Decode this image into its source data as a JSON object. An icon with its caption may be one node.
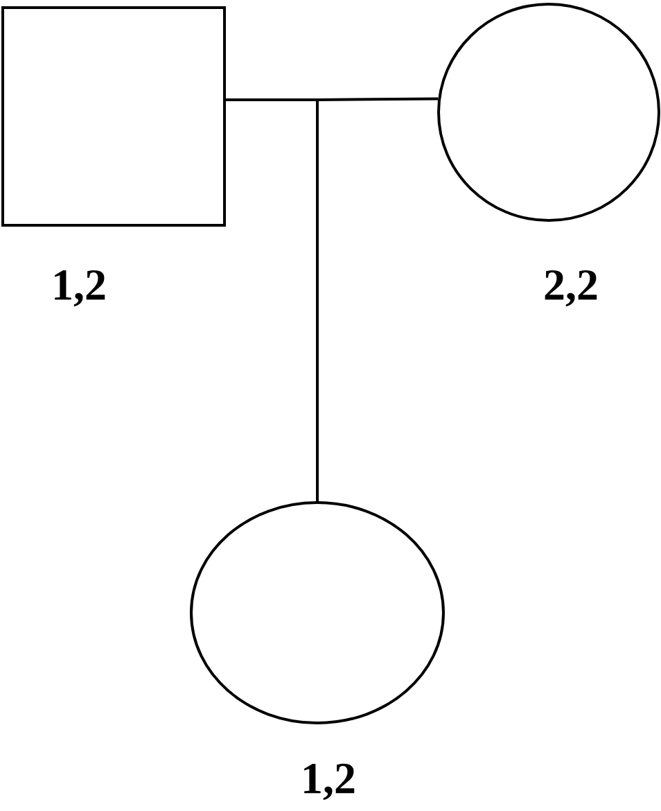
{
  "diagram": {
    "nodes": [
      {
        "text": [],
        "shape": "box",
        "beside": [
          "1,2"
        ]
      },
      {
        "text": [],
        "shape": "circle",
        "beside": [
          "2,2"
        ]
      },
      {
        "text": [],
        "shape": "circle",
        "beside": [
          "1,2"
        ]
      }
    ],
    "edges": [
      {
        "from": 0,
        "to": 2,
        "arrow": "none"
      },
      {
        "from": 1,
        "to": 2,
        "arrow": "none"
      }
    ]
  }
}
